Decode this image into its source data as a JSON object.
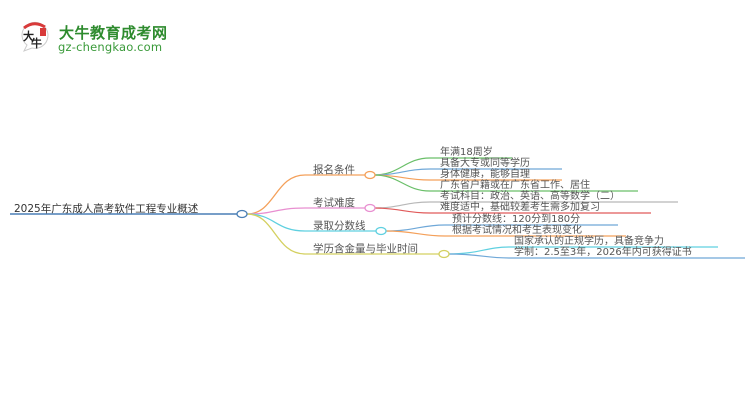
{
  "logo": {
    "title": "大牛教育成考网",
    "url": "gz-chengkao.com",
    "badge_text": "大牛",
    "brand_color": "#2e8b2e"
  },
  "mindmap": {
    "root": {
      "label": "2025年广东成人高考软件工程专业概述",
      "color": "#4a7fb5"
    },
    "branches": [
      {
        "label": "报名条件",
        "color": "#f4a05a",
        "children": [
          {
            "label": "年满18周岁",
            "color": "#6abf69"
          },
          {
            "label": "具备大专或同等学历",
            "color": "#6fa8d8"
          },
          {
            "label": "身体健康，能够自理",
            "color": "#f4a05a"
          },
          {
            "label": "广东省户籍或在广东省工作、居住",
            "color": "#6abf69"
          }
        ]
      },
      {
        "label": "考试难度",
        "color": "#e88fd0",
        "children": [
          {
            "label": "考试科目：政治、英语、高等数学（二）",
            "color": "#b8b8b8"
          },
          {
            "label": "难度适中，基础较差考生需多加复习",
            "color": "#e05a5a"
          }
        ]
      },
      {
        "label": "录取分数线",
        "color": "#5fd0e0",
        "children": [
          {
            "label": "预计分数线：120分到180分",
            "color": "#6fa8d8"
          },
          {
            "label": "根据考试情况和考生表现变化",
            "color": "#f4a05a"
          }
        ]
      },
      {
        "label": "学历含金量与毕业时间",
        "color": "#d4d060",
        "children": [
          {
            "label": "国家承认的正规学历，具备竞争力",
            "color": "#5fd0e0"
          },
          {
            "label": "学制：2.5至3年，2026年内可获得证书",
            "color": "#6fa8d8"
          }
        ]
      }
    ]
  }
}
